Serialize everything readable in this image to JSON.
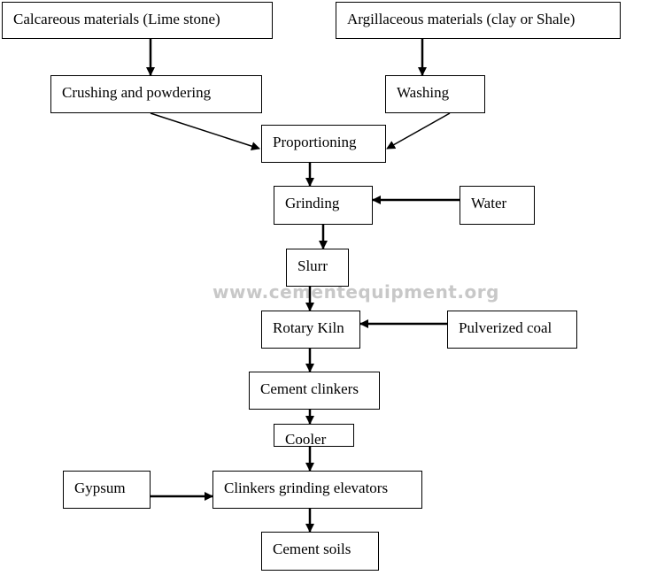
{
  "nodes": {
    "calcareous": "Calcareous materials (Lime stone)",
    "argillaceous": "Argillaceous materials (clay or Shale)",
    "crushing": "Crushing and powdering",
    "washing": "Washing",
    "proportioning": "Proportioning",
    "grinding": "Grinding",
    "water": "Water",
    "slurry": "Slurr",
    "rotary_kiln": "Rotary Kiln",
    "pulverized_coal": "Pulverized coal",
    "clinkers": "Cement clinkers",
    "cooler": "Cooler",
    "gypsum": "Gypsum",
    "clinker_grinding": "Clinkers grinding elevators",
    "cement_soils": "Cement soils"
  },
  "watermark": "www.cementequipment.org"
}
